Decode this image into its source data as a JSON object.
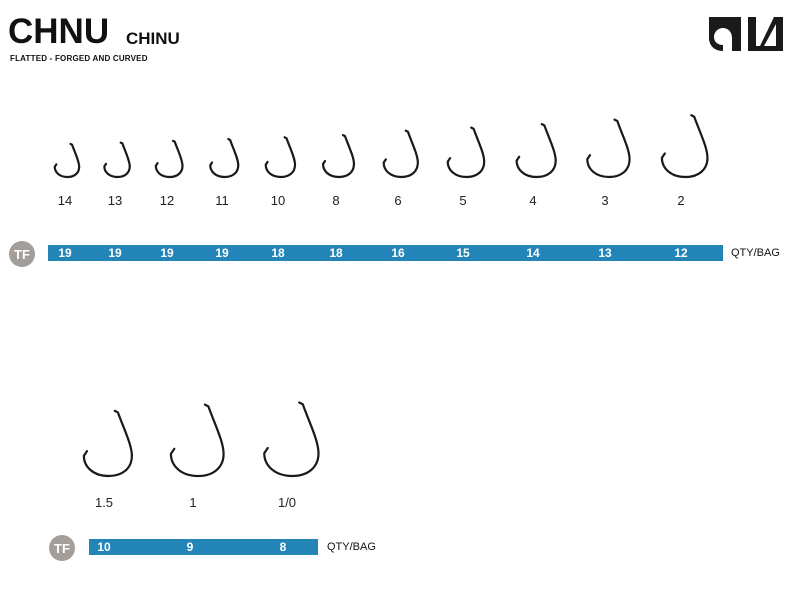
{
  "header": {
    "title": "CHNU",
    "subtitle": "CHINU",
    "description": "FLATTED - FORGED AND CURVED"
  },
  "logo_icon": "hook-brand-logo",
  "row1": {
    "sizes": [
      "14",
      "13",
      "12",
      "11",
      "10",
      "8",
      "6",
      "5",
      "4",
      "3",
      "2"
    ],
    "badge": "TF",
    "quantities": [
      "19",
      "19",
      "19",
      "19",
      "18",
      "18",
      "16",
      "15",
      "14",
      "13",
      "12"
    ],
    "qty_unit": "QTY/BAG"
  },
  "row2": {
    "sizes": [
      "1.5",
      "1",
      "1/0"
    ],
    "badge": "TF",
    "quantities": [
      "10",
      "9",
      "8"
    ],
    "qty_unit": "QTY/BAG"
  },
  "colors": {
    "bar": "#2384b8",
    "badge": "#a39e99",
    "hook": "#1a1a1a"
  }
}
